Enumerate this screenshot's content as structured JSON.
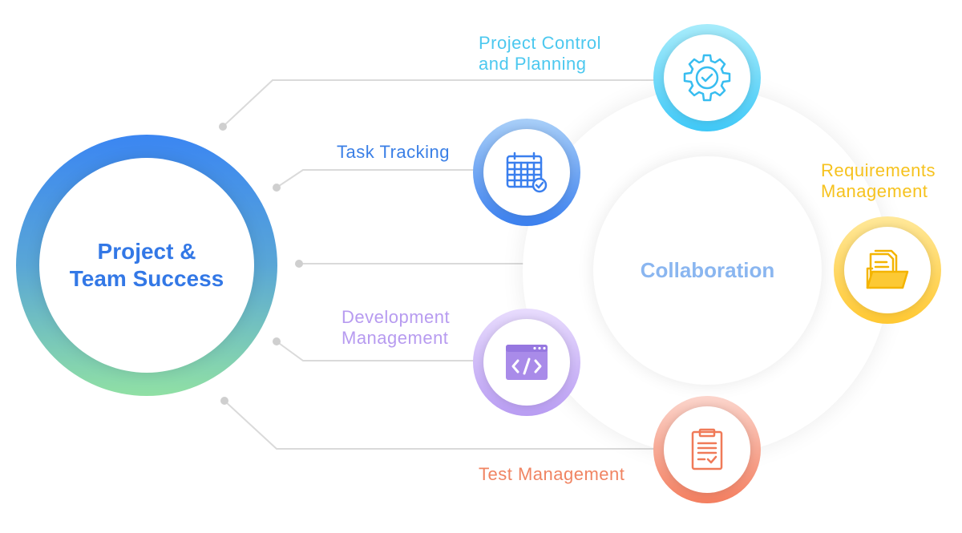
{
  "center": {
    "title": "Project & Team Success"
  },
  "hub": {
    "label": "Collaboration"
  },
  "nodes": [
    {
      "id": "project",
      "label_line1": "Project Control",
      "label_line2": "and Planning",
      "icon": "gear-check-icon",
      "color": "#3fc8f7"
    },
    {
      "id": "task",
      "label_line1": "Task Tracking",
      "icon": "calendar-check-icon",
      "color": "#3a7fee"
    },
    {
      "id": "requirements",
      "label_line1": "Requirements",
      "label_line2": "Management",
      "icon": "folder-documents-icon",
      "color": "#ffc832"
    },
    {
      "id": "development",
      "label_line1": "Development",
      "label_line2": "Management",
      "icon": "code-window-icon",
      "color": "#b89cf2"
    },
    {
      "id": "test",
      "label_line1": "Test Management",
      "icon": "clipboard-check-icon",
      "color": "#f37e5f"
    }
  ]
}
